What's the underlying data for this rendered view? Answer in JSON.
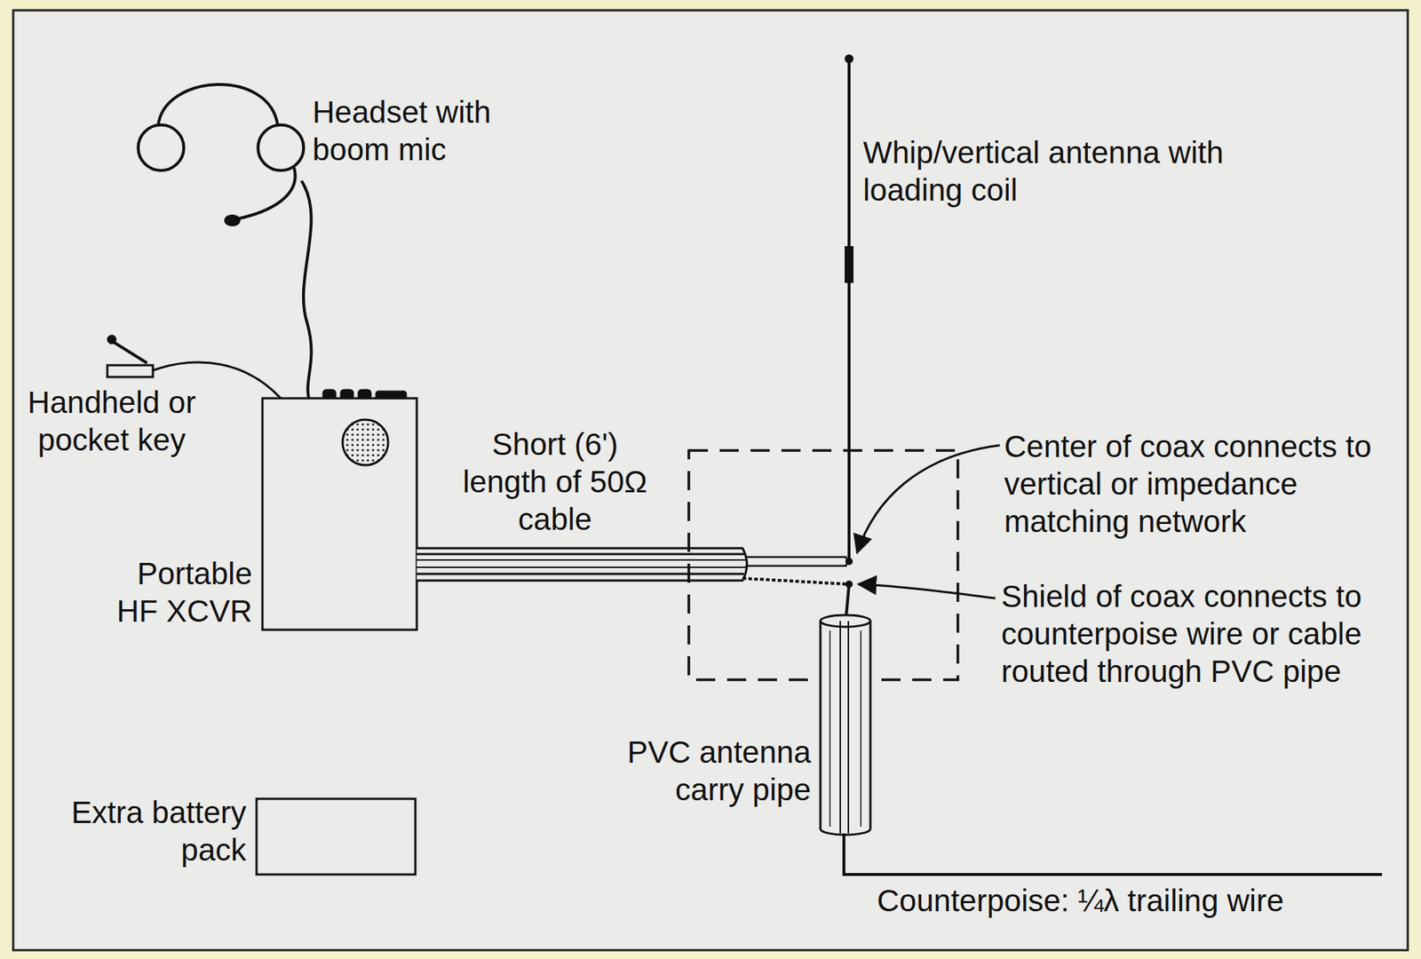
{
  "diagram": {
    "labels": [
      "Headset with boom mic",
      "Handheld or pocket key",
      "Portable HF XCVR",
      "Short (6') length of 50Ω cable",
      "Whip/vertical antenna with loading coil",
      "Center of coax connects to vertical or impedance matching network",
      "Shield of coax connects to counterpoise wire or cable routed through PVC pipe",
      "PVC antenna carry pipe",
      "Extra battery pack",
      "Counterpoise: ¼λ trailing wire"
    ]
  }
}
